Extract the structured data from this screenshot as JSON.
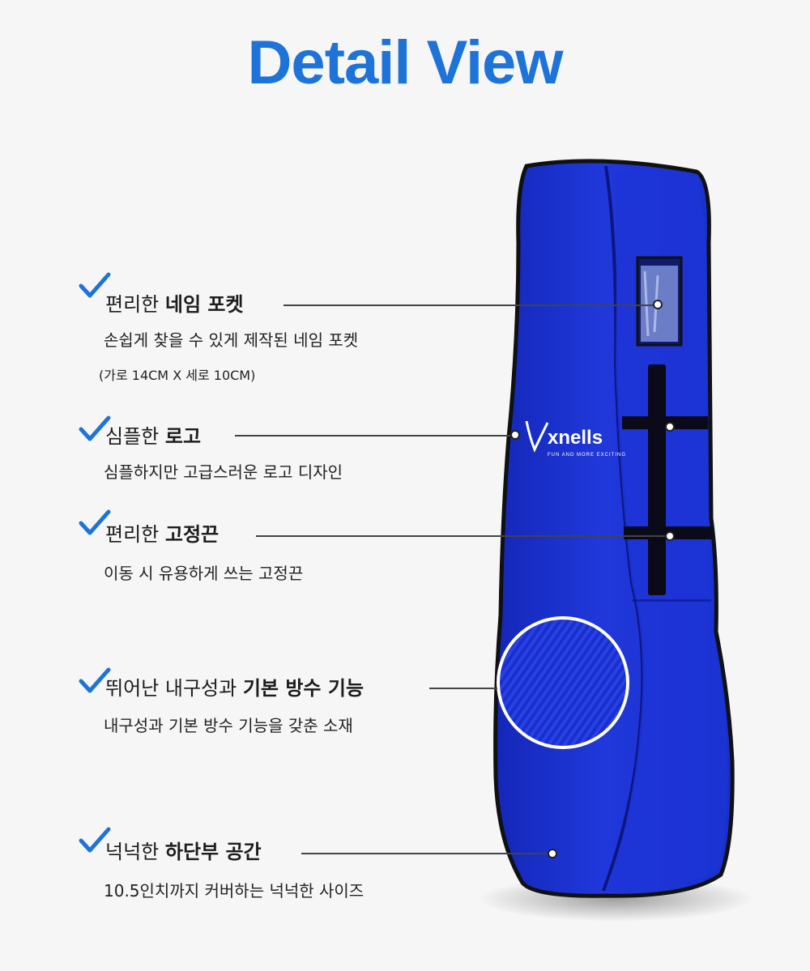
{
  "page": {
    "title": "Detail View",
    "accent_color": "#1e73d8",
    "bag_color": "#1b2fd1"
  },
  "features": [
    {
      "heading_plain": "편리한 ",
      "heading_bold": "네임 포켓",
      "description": "손쉽게 찾을 수 있게 제작된 네임 포켓",
      "subdescription": "(가로 14CM X 세로 10CM)"
    },
    {
      "heading_plain": "심플한 ",
      "heading_bold": "로고",
      "description": "심플하지만 고급스러운 로고 디자인"
    },
    {
      "heading_plain": "편리한 ",
      "heading_bold": "고정끈",
      "description": "이동 시 유용하게 쓰는 고정끈"
    },
    {
      "heading_plain": "뛰어난 내구성과 ",
      "heading_bold": "기본 방수 기능",
      "description": "내구성과 기본 방수 기능을 갖춘 소재"
    },
    {
      "heading_plain": "넉넉한 ",
      "heading_bold": "하단부 공간",
      "description": "10.5인치까지 커버하는 넉넉한 사이즈"
    }
  ],
  "logo": {
    "brand": "xnells",
    "tagline": "FUN AND MORE EXCITING"
  },
  "icons": [
    "check-icon"
  ]
}
